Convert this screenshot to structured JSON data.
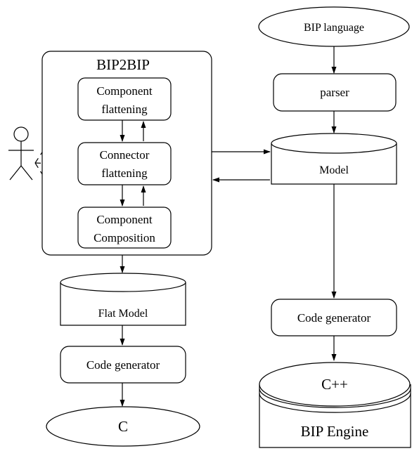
{
  "bip2bip": {
    "title": "BIP2BIP",
    "component_flattening": [
      "Component",
      "flattening"
    ],
    "connector_flattening": [
      "Connector",
      "flattening"
    ],
    "component_composition": [
      "Component",
      "Composition"
    ]
  },
  "left_column": {
    "flat_model": "Flat Model",
    "code_generator": "Code generator",
    "output": "C"
  },
  "right_column": {
    "input": "BIP language",
    "parser": "parser",
    "model": "Model",
    "code_generator": "Code generator",
    "cpp": "C++",
    "engine": "BIP Engine"
  }
}
